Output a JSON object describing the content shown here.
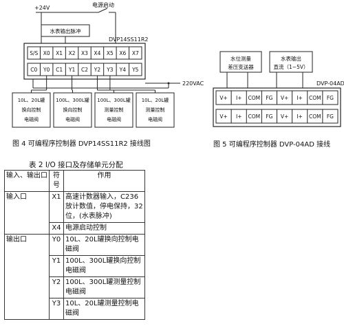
{
  "fig4": {
    "power_label": "+24V",
    "start_label": "电源启动",
    "pulse_box": "水表输出脉冲",
    "model_label": "DVP14SS11R2",
    "input_row": [
      "S/S",
      "X0",
      "X1",
      "X2",
      "X3",
      "X4",
      "X5",
      "X6",
      "X7"
    ],
    "output_row": [
      "C0",
      "Y0",
      "C1",
      "Y1",
      "C2",
      "Y2",
      "Y3",
      "Y4",
      "Y5"
    ],
    "ac_label": "220VAC",
    "valves": [
      [
        "10L、20L罐",
        "换向控制",
        "电磁阀"
      ],
      [
        "100L、300L罐",
        "换向控制",
        "电磁阀"
      ],
      [
        "100L、300L罐",
        "测量控制",
        "电磁阀"
      ],
      [
        "10L、20L罐",
        "测量控制",
        "电磁阀"
      ]
    ],
    "caption": "图 4  可编程序控制器 DVP14SS11R2 接线图"
  },
  "fig5": {
    "box_level": [
      "水位测量",
      "差压变送器"
    ],
    "box_meter": [
      "水表输出",
      "直流（1~5V）"
    ],
    "model_label": "DVP-04AD",
    "row1": [
      "V+",
      "I+",
      "COM",
      "FG",
      "V+",
      "I+",
      "COM",
      "FG"
    ],
    "row2": [
      "V+",
      "I+",
      "COM",
      "FG",
      "V+",
      "I+",
      "COM",
      "FG"
    ],
    "caption": "图 5  可编程序控制器 DVP-04AD 接线"
  },
  "table": {
    "title": "表 2  I/O 接口及存储单元分配",
    "headers": {
      "col1": "输入、输出口",
      "col2": "符号",
      "col3": "作用"
    },
    "groups": {
      "input": "输入口",
      "output": "输出口"
    },
    "rows": [
      {
        "sym": "X1",
        "desc": "高速计数器输入，C236 放计数值，停电保持，32 位，(水表脉冲)"
      },
      {
        "sym": "X4",
        "desc": "电源启动控制"
      },
      {
        "sym": "Y0",
        "desc": "10L、20L罐换向控制电磁阀"
      },
      {
        "sym": "Y1",
        "desc": "100L、300L罐换向控制电磁阀"
      },
      {
        "sym": "Y2",
        "desc": "100L、300L罐测量控制电磁阀"
      },
      {
        "sym": "Y3",
        "desc": "10L、20L罐测量控制电磁阀"
      }
    ]
  }
}
